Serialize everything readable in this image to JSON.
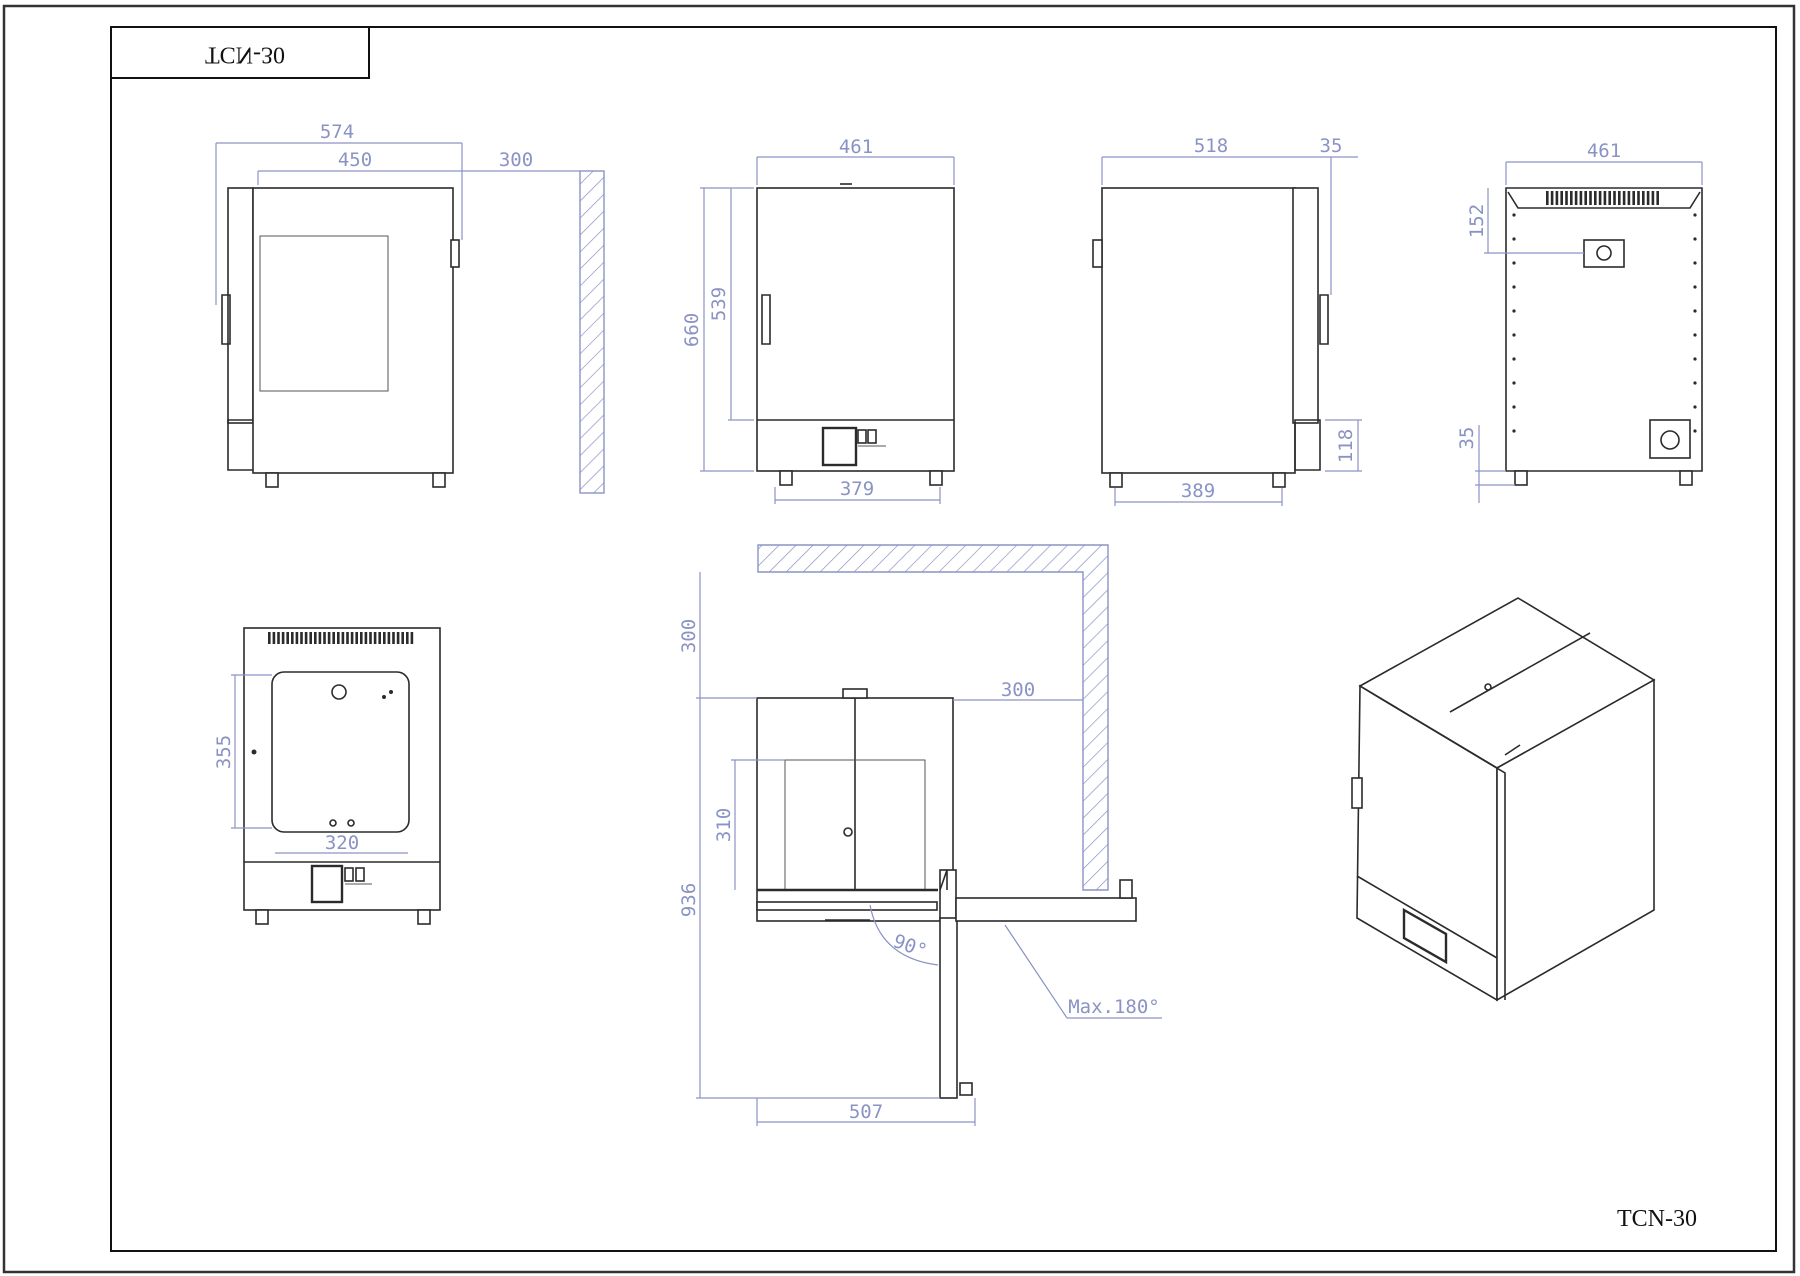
{
  "title_block": {
    "label": "TCN-30",
    "mirrored": true
  },
  "model_label": "TCN-30",
  "views": {
    "left_side": {
      "dims": {
        "overall_depth": "574",
        "body_depth": "450",
        "wall_clearance": "300"
      }
    },
    "front": {
      "dims": {
        "width": "461",
        "height": "660",
        "door_height": "539",
        "feet_span": "379"
      }
    },
    "right_side": {
      "dims": {
        "body_depth": "518",
        "handle": "35",
        "base_height": "118",
        "feet_span": "389"
      }
    },
    "rear": {
      "dims": {
        "width": "461",
        "top_to_port": "152",
        "foot_height": "35"
      }
    },
    "interior": {
      "dims": {
        "inner_height": "355",
        "inner_width": "320"
      }
    },
    "top_plan": {
      "dims": {
        "rear_clearance": "300",
        "side_clearance": "300",
        "shelf_depth": "310",
        "door_open_depth": "936",
        "door_width": "507",
        "angle_90": "90°",
        "max_angle": "Max.180°"
      }
    },
    "isometric": {}
  }
}
